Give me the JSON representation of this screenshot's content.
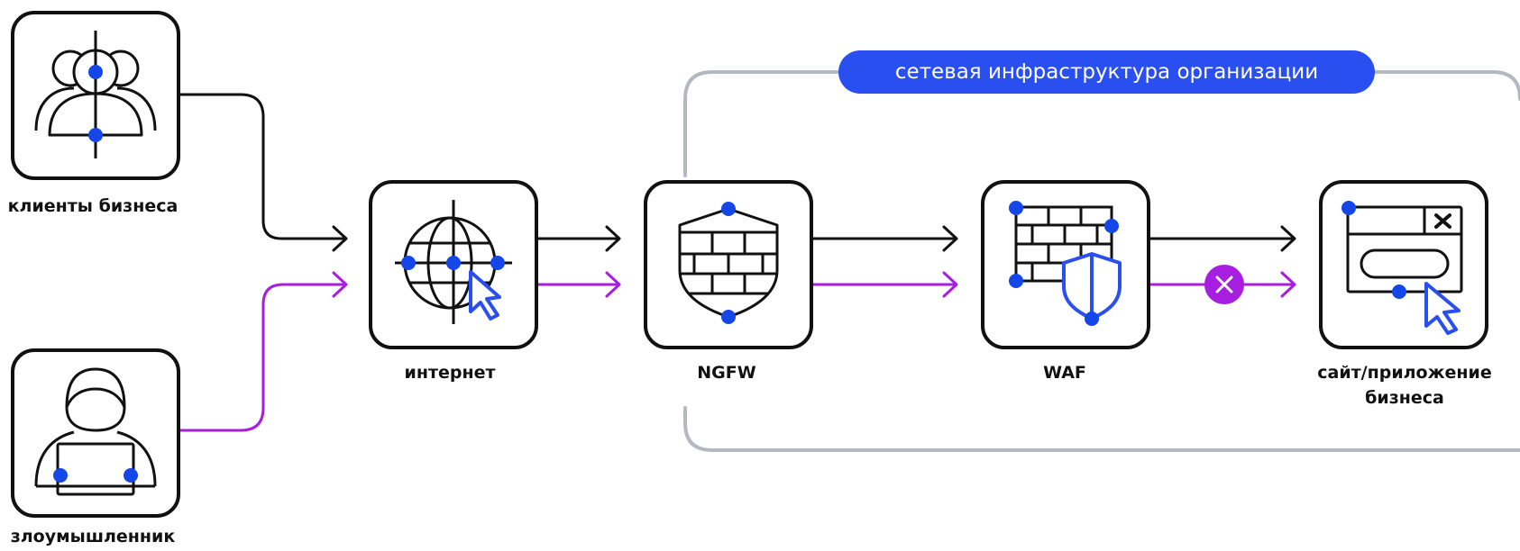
{
  "colors": {
    "outline": "#111111",
    "accent_blue": "#2a4ff0",
    "dot_blue": "#1546e8",
    "attack_purple": "#a81ee0",
    "border_gray": "#b4b9c1",
    "background": "#ffffff"
  },
  "infrastructure": {
    "label": "сетевая инфраструктура организации"
  },
  "nodes": {
    "clients": {
      "label": "клиенты бизнеса",
      "icon": "users-group-icon"
    },
    "attacker": {
      "label": "злоумышленник",
      "icon": "hooded-hacker-laptop-icon"
    },
    "internet": {
      "label": "интернет",
      "icon": "globe-cursor-icon"
    },
    "ngfw": {
      "label": "NGFW",
      "icon": "brick-shield-icon"
    },
    "waf": {
      "label": "WAF",
      "icon": "brick-wall-shield-icon"
    },
    "site": {
      "label": "сайт/приложение\nбизнеса",
      "icon": "browser-window-cursor-icon"
    }
  },
  "flows": {
    "legitimate": "legitimate-traffic",
    "malicious": "malicious-traffic",
    "block_mark": "x"
  }
}
